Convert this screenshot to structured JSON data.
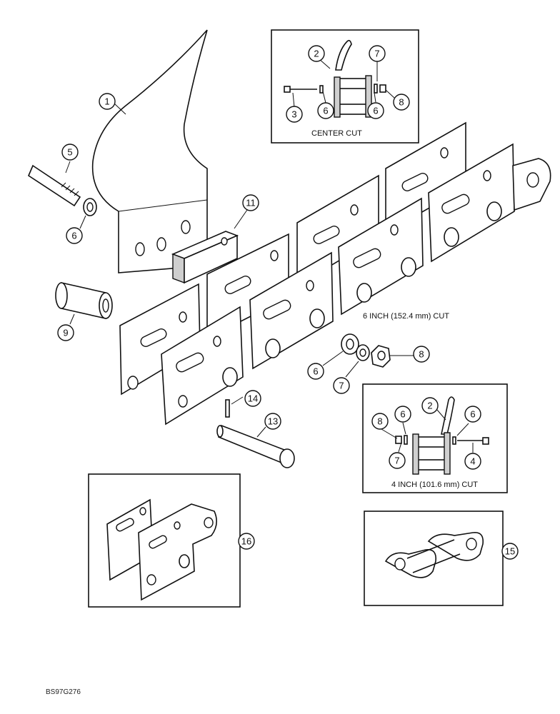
{
  "labels": {
    "center_cut": "CENTER CUT",
    "six_inch_cut": "6 INCH (152.4 mm) CUT",
    "four_inch_cut": "4 INCH (101.6 mm) CUT",
    "figure_code": "BS97G276"
  },
  "callouts": {
    "c1": "1",
    "c2a": "2",
    "c3": "3",
    "c6a": "6",
    "c6b": "6",
    "c7a": "7",
    "c8a": "8",
    "c5": "5",
    "c6c": "6",
    "c11": "11",
    "c9": "9",
    "c8b": "8",
    "c6d": "6",
    "c7b": "7",
    "c14": "14",
    "c13": "13",
    "c2b": "2",
    "c8c": "8",
    "c6e": "6",
    "c6f": "6",
    "c7c": "7",
    "c4": "4",
    "c16": "16",
    "c15": "15"
  }
}
